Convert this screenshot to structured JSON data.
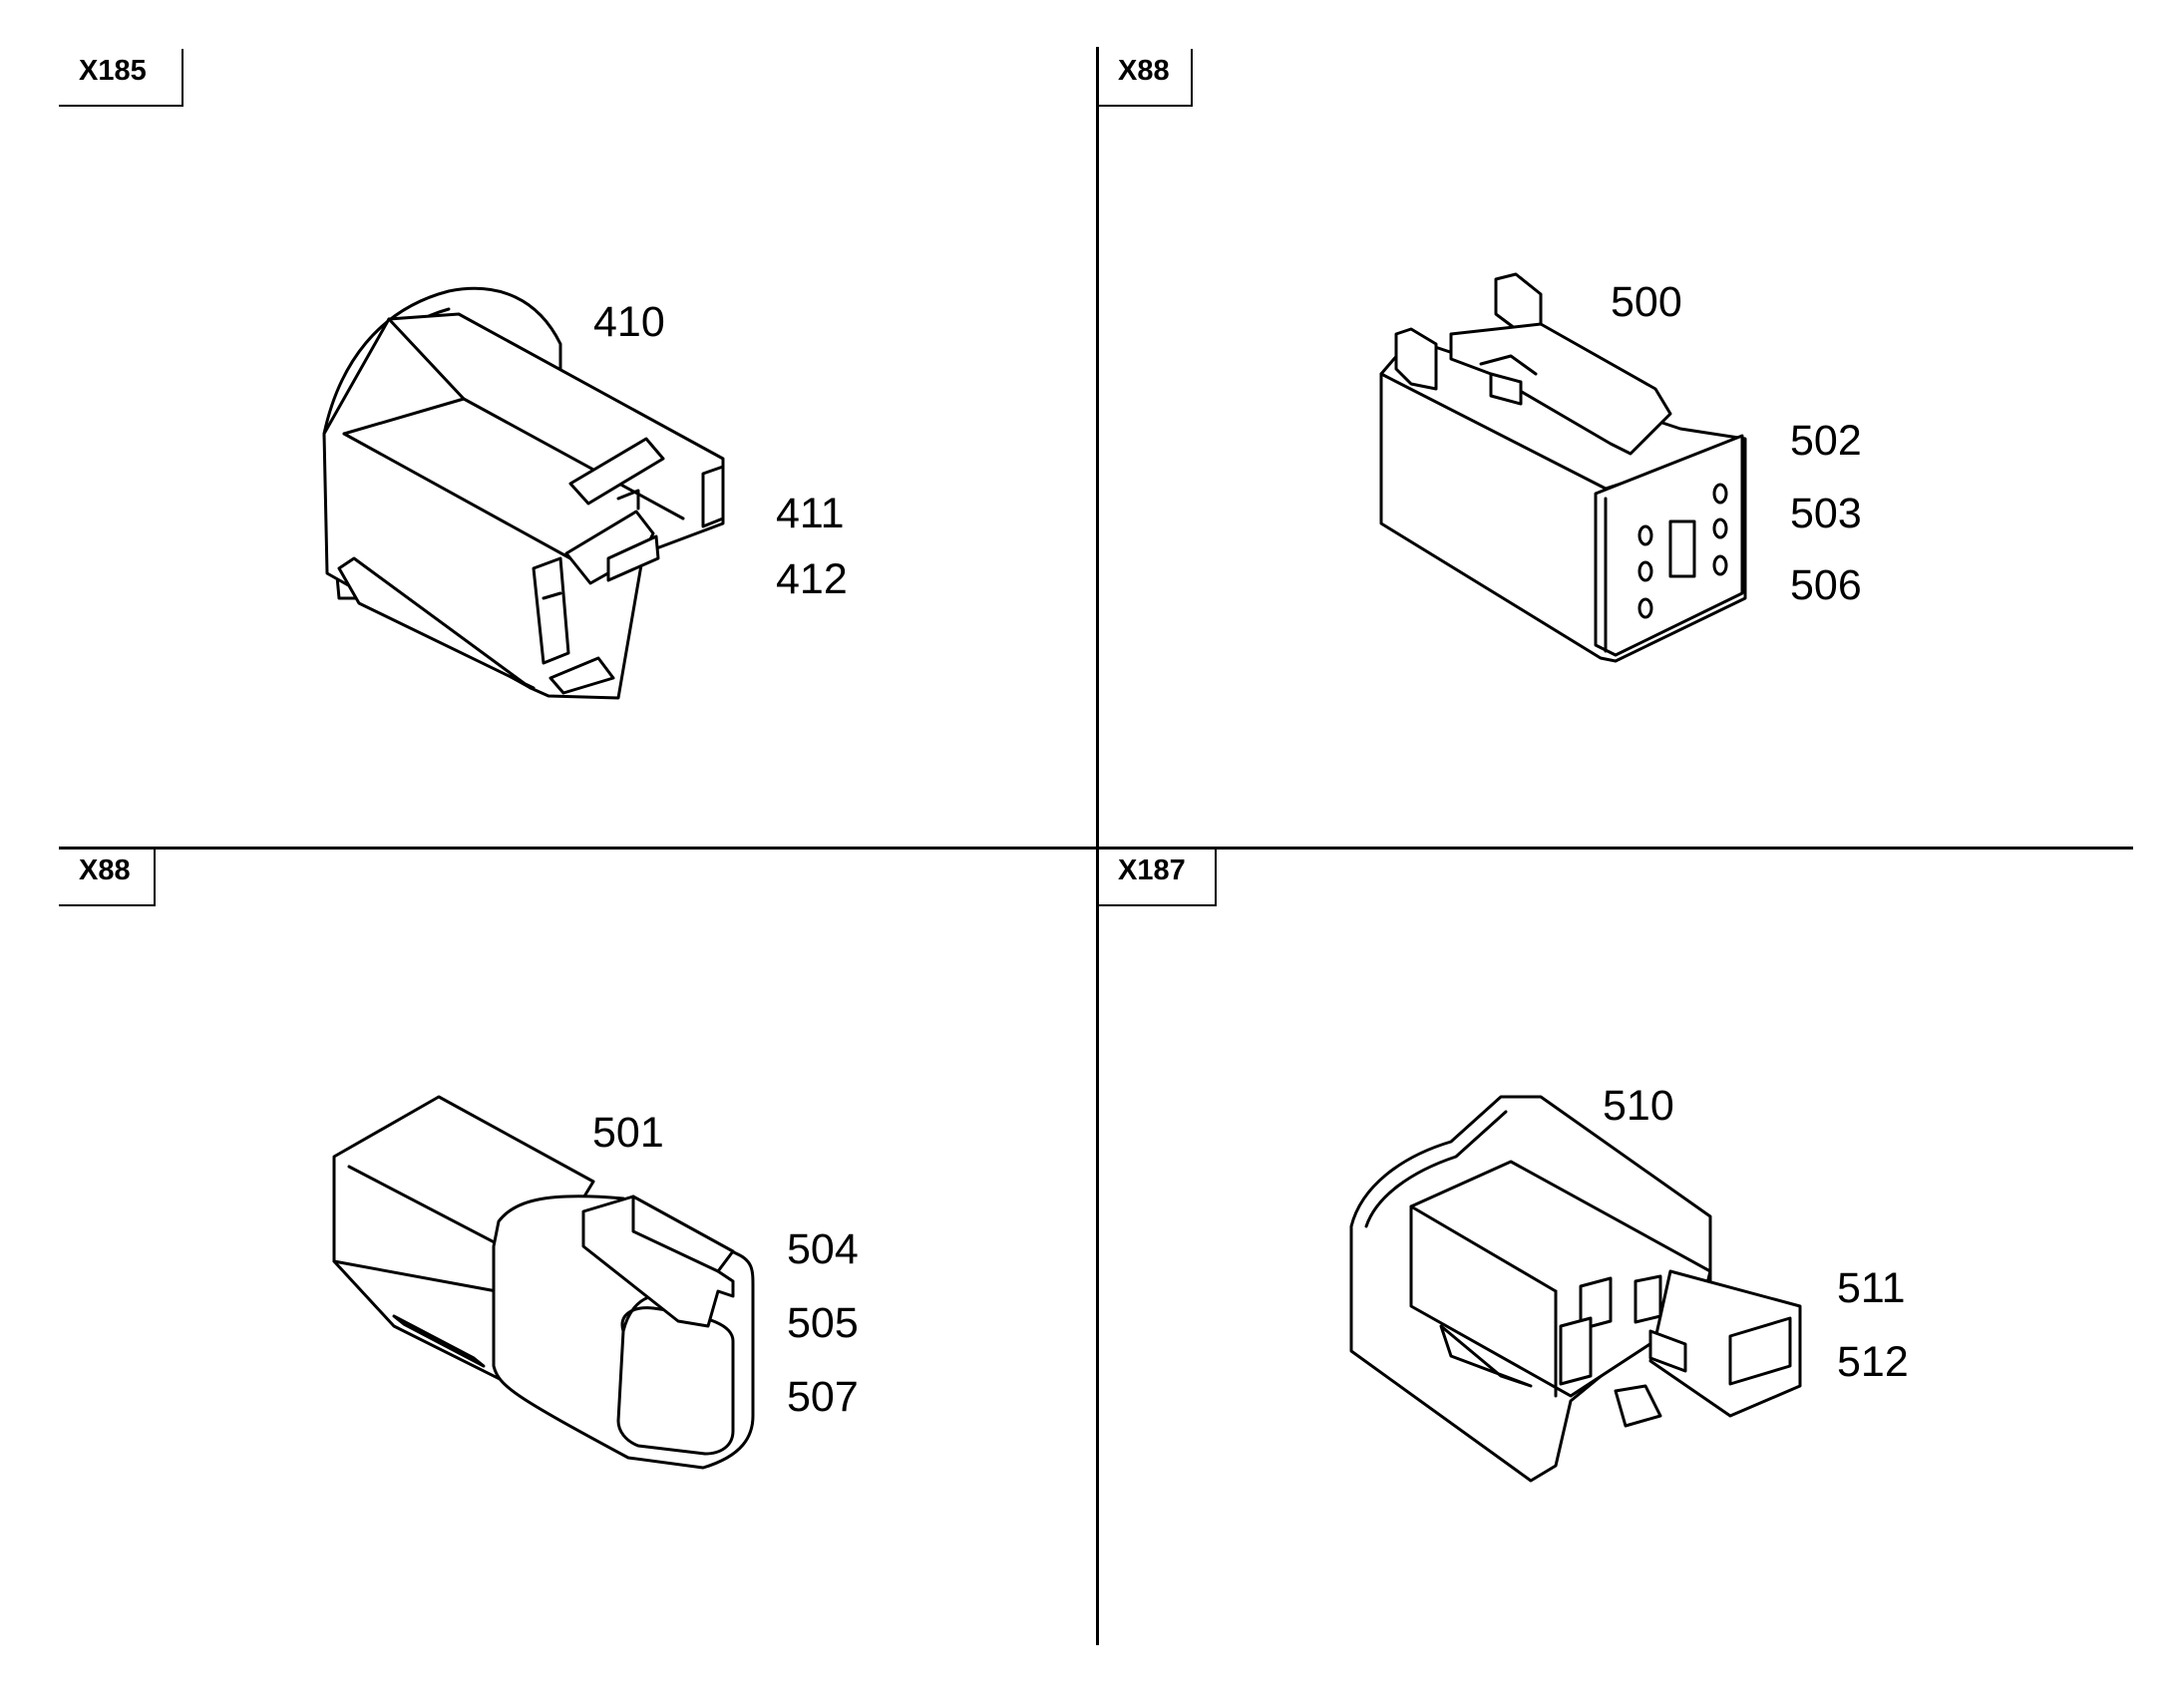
{
  "panels": [
    {
      "id": "top-left",
      "tag": "X185",
      "callouts": [
        "410",
        "411",
        "412"
      ]
    },
    {
      "id": "top-right",
      "tag": "X88",
      "callouts": [
        "500",
        "502",
        "503",
        "506"
      ]
    },
    {
      "id": "bottom-left",
      "tag": "X88",
      "callouts": [
        "501",
        "504",
        "505",
        "507"
      ]
    },
    {
      "id": "bottom-right",
      "tag": "X187",
      "callouts": [
        "510",
        "511",
        "512"
      ]
    }
  ],
  "colors": {
    "line": "#000000",
    "background": "#ffffff"
  }
}
